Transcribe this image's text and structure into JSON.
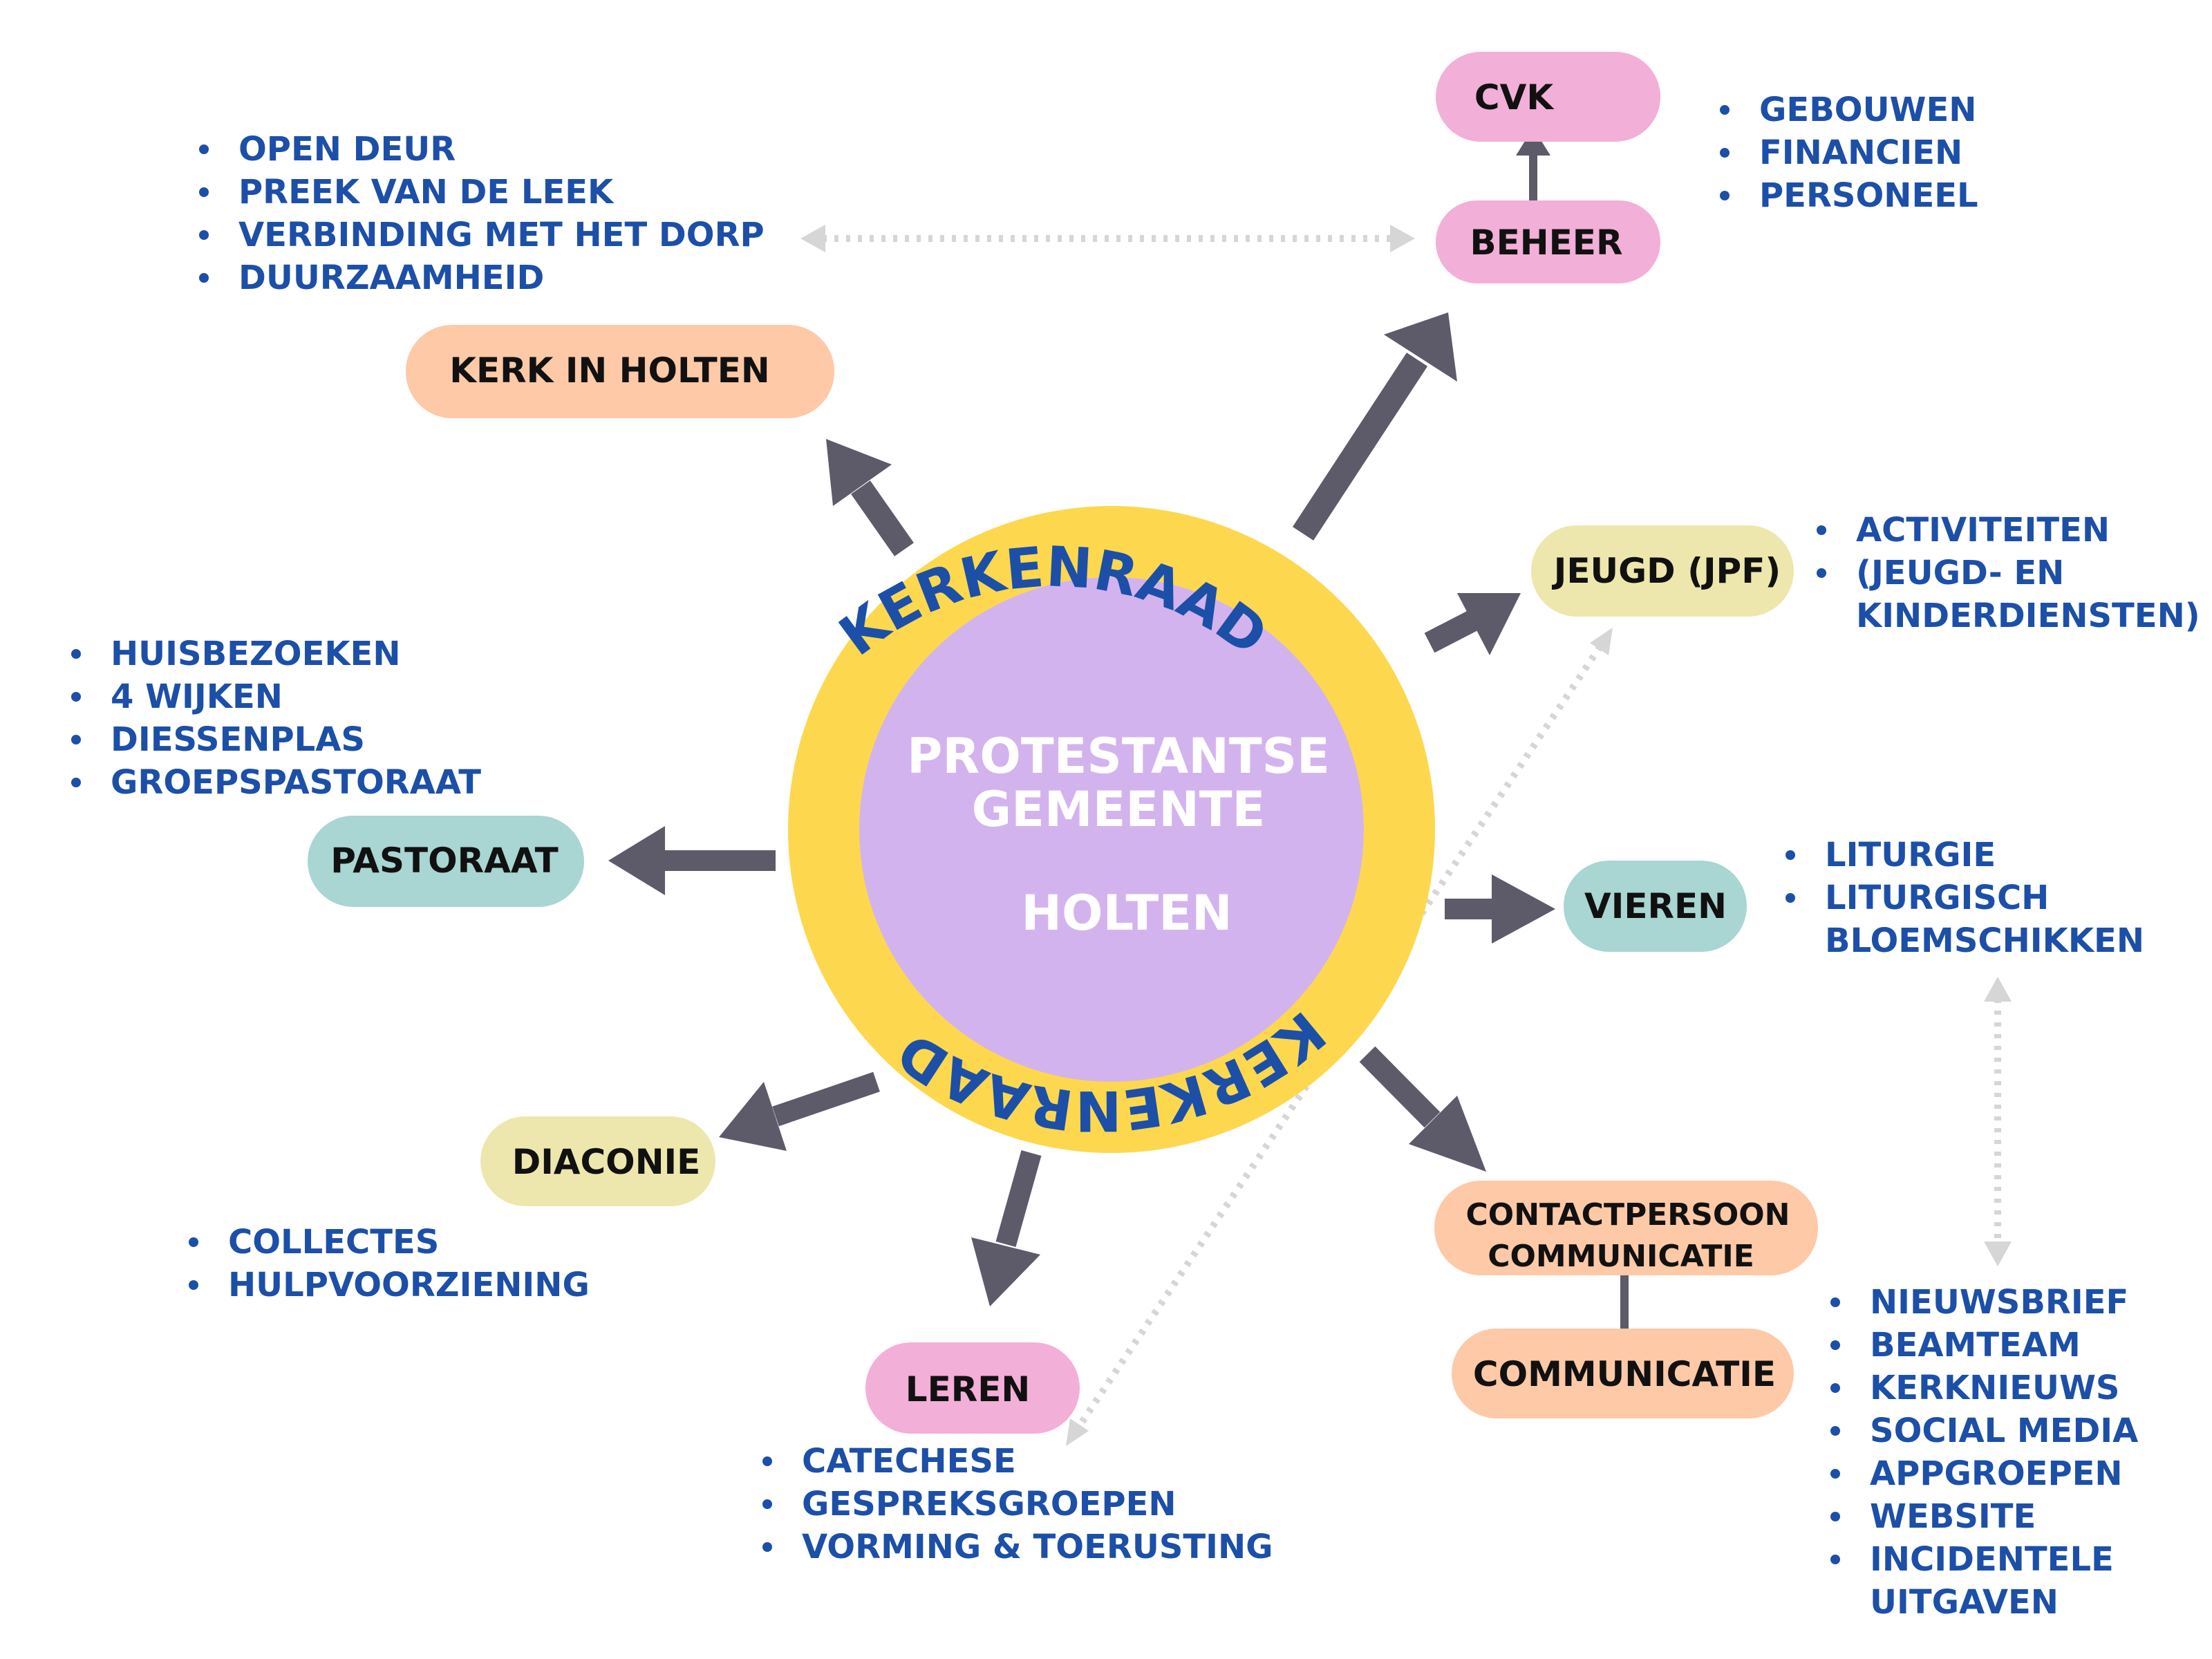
{
  "colors": {
    "ring": "#fdd84e",
    "core": "#d3b3ee",
    "arrow": "#5d5b69",
    "dotted": "#d6d6d6",
    "list_text": "#1c4fa8",
    "pink": "#f2afd8",
    "peach": "#fdc9a6",
    "teal": "#a9d5d3",
    "khaki": "#ede7ad"
  },
  "center": {
    "line1": "PROTESTANTSE",
    "line2": "GEMEENTE",
    "line3": "HOLTEN",
    "ring_top": "KERKENRAAD",
    "ring_bottom": "KERKENRAAD"
  },
  "nodes": {
    "cvk": "CVK",
    "beheer": "BEHEER",
    "kerk_in_holten": "KERK IN HOLTEN",
    "jeugd": "JEUGD (JPF)",
    "pastoraat": "PASTORAAT",
    "vieren": "VIEREN",
    "diaconie": "DIACONIE",
    "leren": "LEREN",
    "contactpersoon_line1": "CONTACTPERSOON",
    "contactpersoon_line2": "COMMUNICATIE",
    "communicatie": "COMMUNICATIE"
  },
  "lists": {
    "beheer": [
      "GEBOUWEN",
      "FINANCIEN",
      "PERSONEEL"
    ],
    "kerk_in_holten": [
      "OPEN DEUR",
      "PREEK VAN DE LEEK",
      "VERBINDING MET HET DORP",
      "DUURZAAMHEID"
    ],
    "jeugd": [
      "ACTIVITEITEN",
      "(JEUGD- EN",
      "KINDERDIENSTEN)"
    ],
    "pastoraat": [
      "HUISBEZOEKEN",
      "4 WIJKEN",
      "DIESSENPLAS",
      "GROEPSPASTORAAT"
    ],
    "vieren": [
      "LITURGIE",
      "LITURGISCH",
      "BLOEMSCHIKKEN"
    ],
    "diaconie": [
      "COLLECTES",
      "HULPVOORZIENING"
    ],
    "leren": [
      "CATECHESE",
      "GESPREKSGROEPEN",
      "VORMING & TOERUSTING"
    ],
    "communicatie": [
      "NIEUWSBRIEF",
      "BEAMTEAM",
      "KERKNIEUWS",
      "SOCIAL MEDIA",
      "APPGROEPEN",
      "WEBSITE",
      "INCIDENTELE",
      "UITGAVEN"
    ]
  }
}
